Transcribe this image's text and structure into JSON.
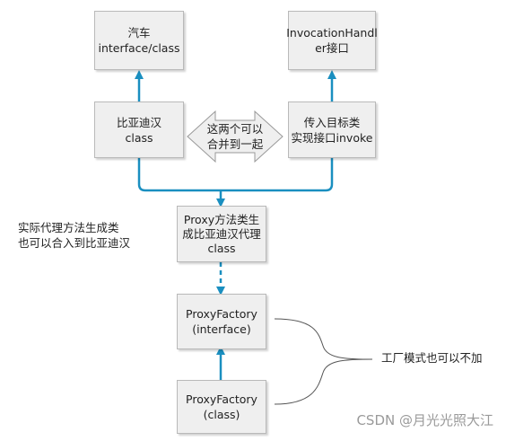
{
  "nodes": {
    "car": {
      "lines": [
        "汽车",
        "interface/class"
      ]
    },
    "handler": {
      "lines": [
        "InvocationHandl",
        "er接口"
      ]
    },
    "byd": {
      "lines": [
        "比亚迪汉",
        "class"
      ]
    },
    "transfer": {
      "lines": [
        "传入目标类",
        "实现接口invoke"
      ]
    },
    "proxy_gen": {
      "lines": [
        "Proxy方法类生",
        "成比亚迪汉代理",
        "class"
      ]
    },
    "factory_if": {
      "lines": [
        "ProxyFactory",
        "(interface)"
      ]
    },
    "factory_cls": {
      "lines": [
        "ProxyFactory",
        "(class)"
      ]
    }
  },
  "merge_note": {
    "lines": [
      "这两个可以",
      "合并到一起"
    ]
  },
  "side_note": {
    "lines": [
      "实际代理方法生成类",
      "也可以合入到比亚迪汉"
    ]
  },
  "factory_note": "工厂模式也可以不加",
  "watermark": "CSDN @月光光照大江",
  "colors": {
    "arrow": "#1a8fc0",
    "box_fill": "#efefef",
    "box_border": "#b9b9b9"
  }
}
